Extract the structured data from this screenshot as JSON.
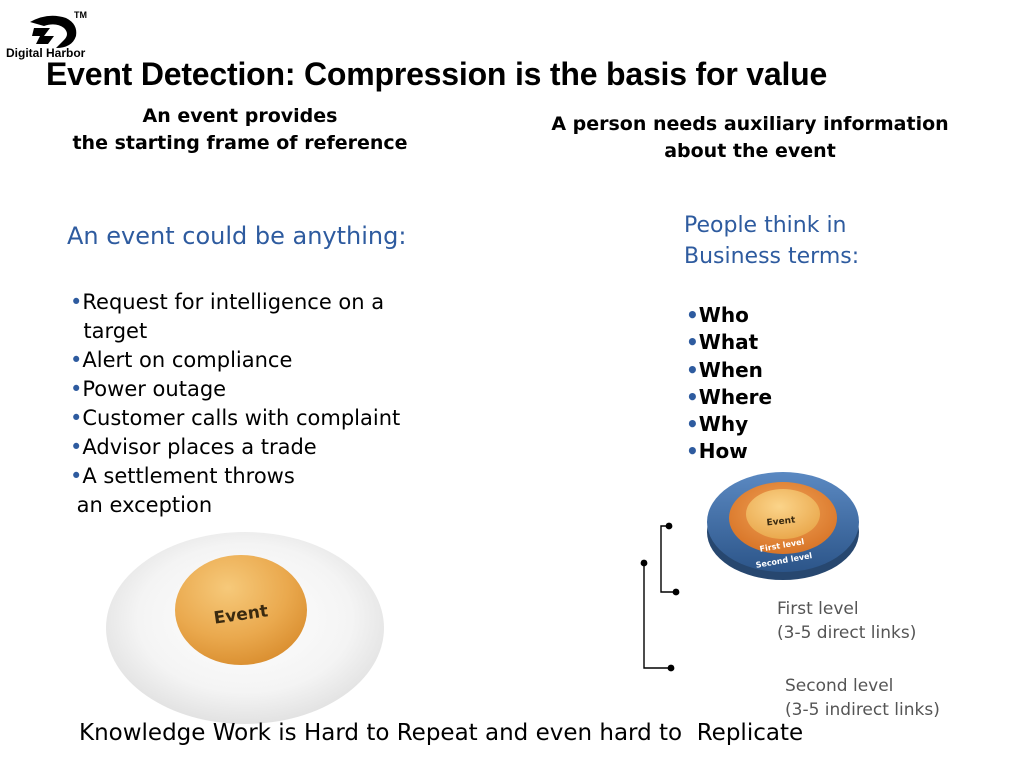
{
  "brand": {
    "name": "Digital Harbor",
    "trademark": "TM"
  },
  "title": "Event Detection: Compression is the basis for value",
  "left": {
    "subtitle": [
      "An event provides",
      "the starting frame of reference"
    ],
    "heading": "An event could be anything:",
    "bullet": "•",
    "items": [
      "Request for intelligence on a",
      "  target",
      "Alert on compliance",
      "Power outage",
      "Customer calls with complaint",
      "Advisor places a trade",
      "A settlement throws",
      " an exception"
    ],
    "diagram_label": "Event"
  },
  "right": {
    "subtitle": [
      "A person needs auxiliary information",
      "about the event"
    ],
    "heading": [
      "People think in",
      "Business terms:"
    ],
    "bullet": "•",
    "items": [
      "Who",
      "What",
      "When",
      "Where",
      "Why",
      "How"
    ],
    "diagram": {
      "center": "Event",
      "ring1": "First level",
      "ring2": "Second level"
    },
    "first_level": [
      "First level",
      "(3-5 direct links)"
    ],
    "second_level": [
      "Second level",
      "(3-5 indirect links)"
    ]
  },
  "footer": "Knowledge Work is Hard to Repeat and even hard to  Replicate",
  "colors": {
    "heading_blue": "#2e5b9f",
    "event_orange": "#eaa94e",
    "ring_blue": "#3f6ea7",
    "ring_orange": "#e88a3c"
  }
}
